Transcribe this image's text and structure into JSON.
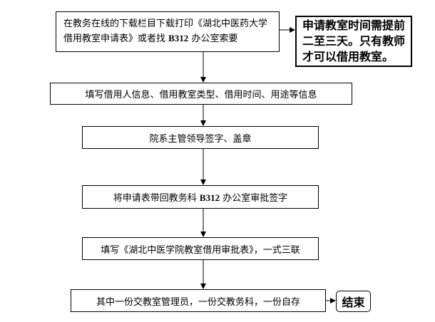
{
  "steps": [
    {
      "pre": "在教务在线的下载栏目下载打印《湖北中医药大学借用教室申请表》或者找 ",
      "bold": "B312",
      "post": " 办公室索要"
    },
    {
      "text": "填写借用人信息、借用教室类型、借用时间、用途等信息"
    },
    {
      "text": "院系主管领导签字、盖章"
    },
    {
      "pre": "将申请表带回教务科 ",
      "bold": "B312",
      "post": " 办公室审批签字"
    },
    {
      "text": "填写《湖北中医学院教室借用审批表》，一式三联"
    },
    {
      "text": "其中一份交教室管理员，一份交教务科，一份自存"
    }
  ],
  "note": "申请教室时间需提前二至三天。只有教师才可以借用教室。",
  "end": "结束"
}
